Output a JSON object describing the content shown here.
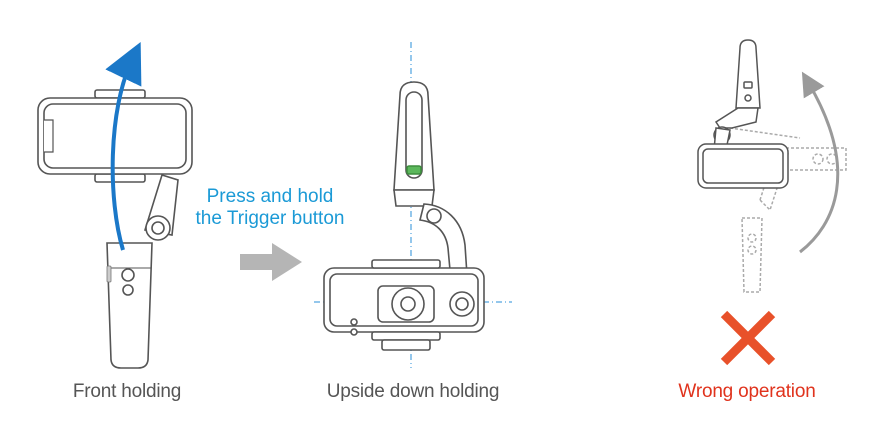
{
  "instruction": {
    "line1": "Press and hold",
    "line2": "the Trigger button"
  },
  "captions": {
    "front": "Front holding",
    "upside_down": "Upside down holding",
    "wrong": "Wrong operation"
  },
  "colors": {
    "instruction": "#1b9ad6",
    "rotation_arrow": "#1b78c8",
    "guide_lines": "#2a8fd8",
    "level_light": "#5cb85c",
    "wrong_text": "#e0331d",
    "wrong_mark": "#e8512a",
    "next_arrow": "#b5b5b5",
    "wrong_arrow": "#9a9a9a",
    "line_art": "#555555",
    "caption": "#555555"
  },
  "icons": {
    "wrong_mark": "cross-mark-icon",
    "next_arrow": "right-arrow-icon",
    "rotation_arrow": "curved-arrow-icon"
  }
}
